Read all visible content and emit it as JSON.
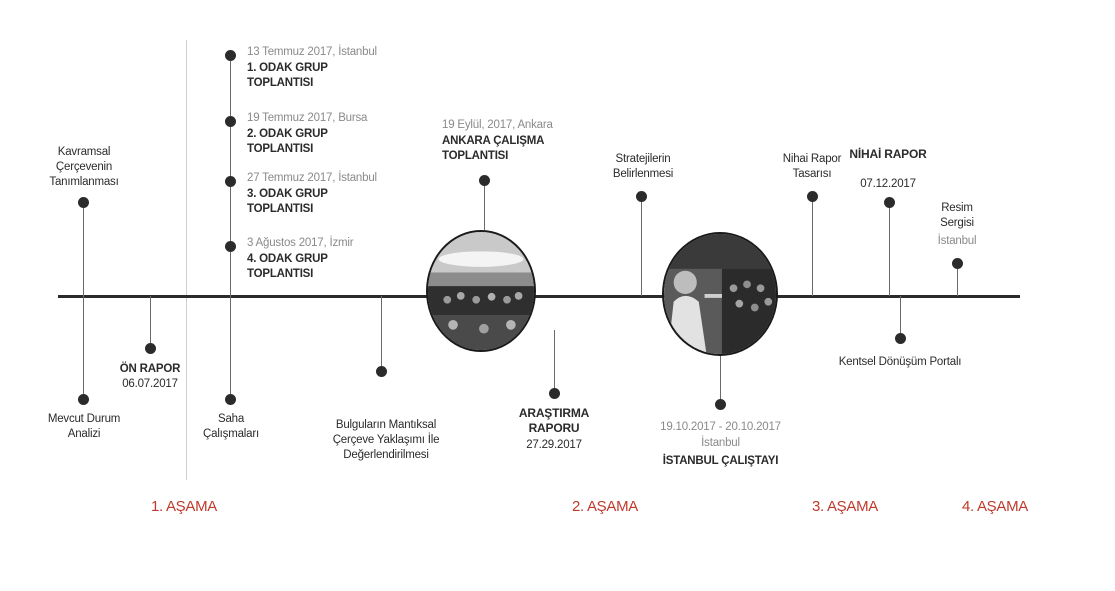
{
  "colors": {
    "accent": "#c0392b",
    "line": "#2b2b2b",
    "muted": "#8a8a8a"
  },
  "top_events": [
    {
      "text": "Kavramsal Çerçevenin Tanımlanması"
    },
    {
      "date": "13 Temmuz 2017, İstanbul",
      "title": "1. ODAK GRUP TOPLANTISI"
    },
    {
      "date": "19 Temmuz 2017, Bursa",
      "title": "2. ODAK GRUP TOPLANTISI"
    },
    {
      "date": "27 Temmuz 2017, İstanbul",
      "title": "3. ODAK GRUP TOPLANTISI"
    },
    {
      "date": "3 Ağustos 2017, İzmir",
      "title": "4. ODAK GRUP TOPLANTISI"
    },
    {
      "date": "19 Eylül, 2017, Ankara",
      "title": "ANKARA ÇALIŞMA TOPLANTISI"
    },
    {
      "text": "Stratejilerin Belirlenmesi"
    },
    {
      "text": "Nihai Rapor Tasarısı"
    },
    {
      "title": "NİHAİ RAPOR",
      "date": "07.12.2017"
    },
    {
      "text": "Resim Sergisi",
      "place": "İstanbul"
    }
  ],
  "bottom_events": [
    {
      "text": "Mevcut Durum Analizi"
    },
    {
      "title": "ÖN RAPOR",
      "date": "06.07.2017"
    },
    {
      "text": "Saha Çalışmaları"
    },
    {
      "text": "Bulguların Mantıksal Çerçeve Yaklaşımı İle Değerlendirilmesi"
    },
    {
      "title": "ARAŞTIRMA RAPORU",
      "date": "27.29.2017"
    },
    {
      "date": "19.10.2017 - 20.10.2017",
      "place": "İstanbul",
      "title": "İSTANBUL ÇALIŞTAYI"
    },
    {
      "text": "Kentsel Dönüşüm Portalı"
    }
  ],
  "stages": [
    "1. AŞAMA",
    "2. AŞAMA",
    "3. AŞAMA",
    "4. AŞAMA"
  ]
}
